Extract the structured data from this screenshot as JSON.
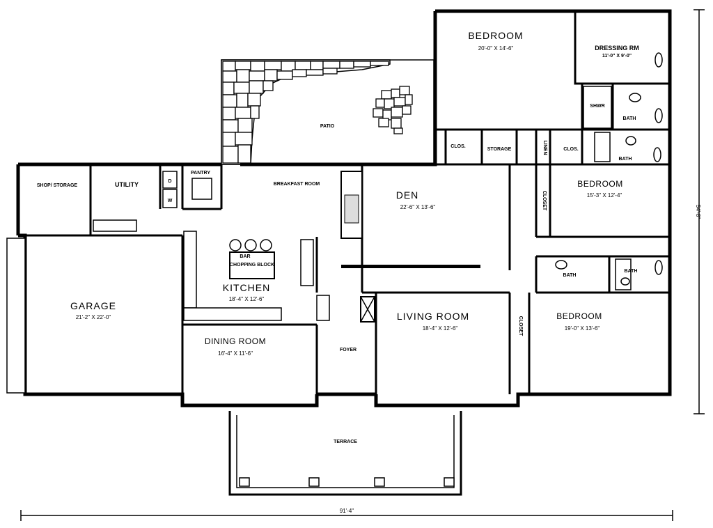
{
  "rooms": {
    "bedroom_master": {
      "name": "BEDROOM",
      "size": "20'-0\" X 14'-6\""
    },
    "dressing": {
      "name": "DRESSING RM",
      "size": "11'-0\" X 9'-0\""
    },
    "shwr": "SHWR",
    "bath_master": "BATH",
    "bath_master2": "BATH",
    "patio": "PATIO",
    "clos1": "CLOS.",
    "storage": "STORAGE",
    "linen": "LINEN",
    "clos2": "CLOS.",
    "shop_storage": "SHOP/ STORAGE",
    "utility": "UTILITY",
    "pantry": "PANTRY",
    "breakfast": "BREAKFAST ROOM",
    "den": {
      "name": "DEN",
      "size": "22'-6\" X 13'-6\""
    },
    "bedroom2": {
      "name": "BEDROOM",
      "size": "15'-3\" X 12'-4\""
    },
    "closet_bed2": "CLOSET",
    "bar": "BAR",
    "chopping_block": "CHOPPING BLOCK",
    "kitchen": {
      "name": "KITCHEN",
      "size": "18'-4\" X 12'-6\""
    },
    "garage": {
      "name": "GARAGE",
      "size": "21'-2\" X 22'-0\""
    },
    "bath_hall_left": "BATH",
    "bath_hall_right": "BATH",
    "living": {
      "name": "LIVING  ROOM",
      "size": "18'-4\" X 12'-6\""
    },
    "bedroom3": {
      "name": "BEDROOM",
      "size": "19'-0\" X 13'-6\""
    },
    "closet_living": "CLOSET",
    "dining": {
      "name": "DINING  ROOM",
      "size": "16'-4\" X 11'-6\""
    },
    "foyer": "FOYER",
    "terrace": "TERRACE",
    "appliance_d": "D",
    "appliance_w": "W"
  },
  "dimensions": {
    "width": "91'-4\"",
    "depth": "54'-8\""
  }
}
